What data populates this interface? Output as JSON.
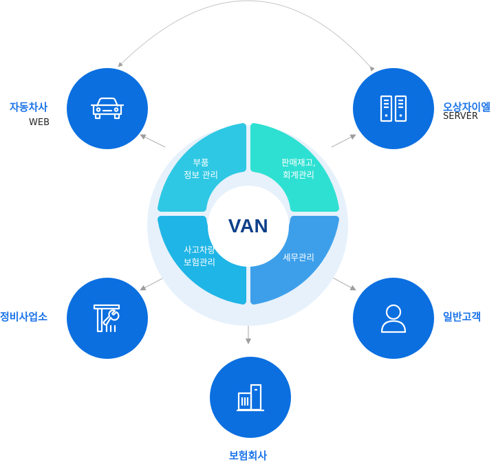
{
  "hub": {
    "title": "VAN",
    "segments": [
      {
        "line1": "부품",
        "line2": "정보 관리"
      },
      {
        "line1": "판매재고,",
        "line2": "회계관리"
      },
      {
        "line1": "사고차량",
        "line2": "보험관리"
      },
      {
        "line1": "세무관리",
        "line2": ""
      }
    ]
  },
  "nodes": {
    "automaker": {
      "label": "자동차사",
      "sub": "WEB",
      "icon": "car-icon"
    },
    "server": {
      "label": "오상자이엘",
      "sub": "SERVER",
      "icon": "server-icon"
    },
    "repair": {
      "label": "정비사업소",
      "icon": "tools-icon"
    },
    "customer": {
      "label": "일반고객",
      "icon": "user-icon"
    },
    "insurance": {
      "label": "보험회사",
      "icon": "building-icon"
    }
  },
  "colors": {
    "node": "#0b6fe0",
    "label": "#1a73e8",
    "hub_title": "#0d3f8a",
    "segment_top_left": "#2ec8e4",
    "segment_top_right": "#2ee0d2",
    "segment_bottom_left": "#1fb5e6",
    "segment_bottom_right": "#3d9fea",
    "ring": "#e6f1fb",
    "connector": "#b5b5b5"
  }
}
